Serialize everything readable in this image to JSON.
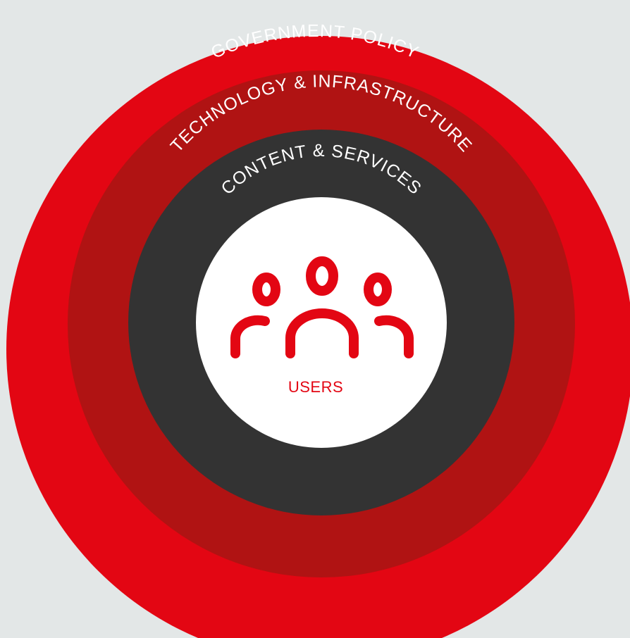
{
  "layers": [
    {
      "key": "government",
      "label": "GOVERNMENT POLICY",
      "color": "#e30613"
    },
    {
      "key": "technology",
      "label": "TECHNOLOGY & INFRASTRUCTURE",
      "color": "#b01313"
    },
    {
      "key": "content",
      "label": "CONTENT & SERVICES",
      "color": "#333333"
    },
    {
      "key": "users",
      "label": "USERS",
      "color": "#ffffff"
    }
  ],
  "center": {
    "icon": "users-group-icon",
    "icon_color": "#e30613",
    "label": "USERS",
    "label_color": "#e30613"
  },
  "background_color": "#e3e7e7"
}
